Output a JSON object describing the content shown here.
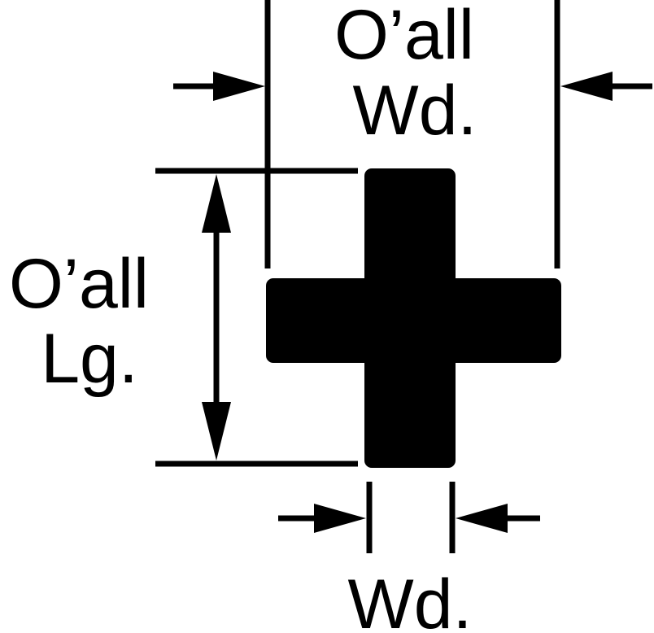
{
  "labels": {
    "overall_width_line1": "O’all",
    "overall_width_line2": "Wd.",
    "overall_length_line1": "O’all",
    "overall_length_line2": "Lg.",
    "width": "Wd."
  },
  "colors": {
    "ink": "#000000",
    "background": "#ffffff"
  }
}
